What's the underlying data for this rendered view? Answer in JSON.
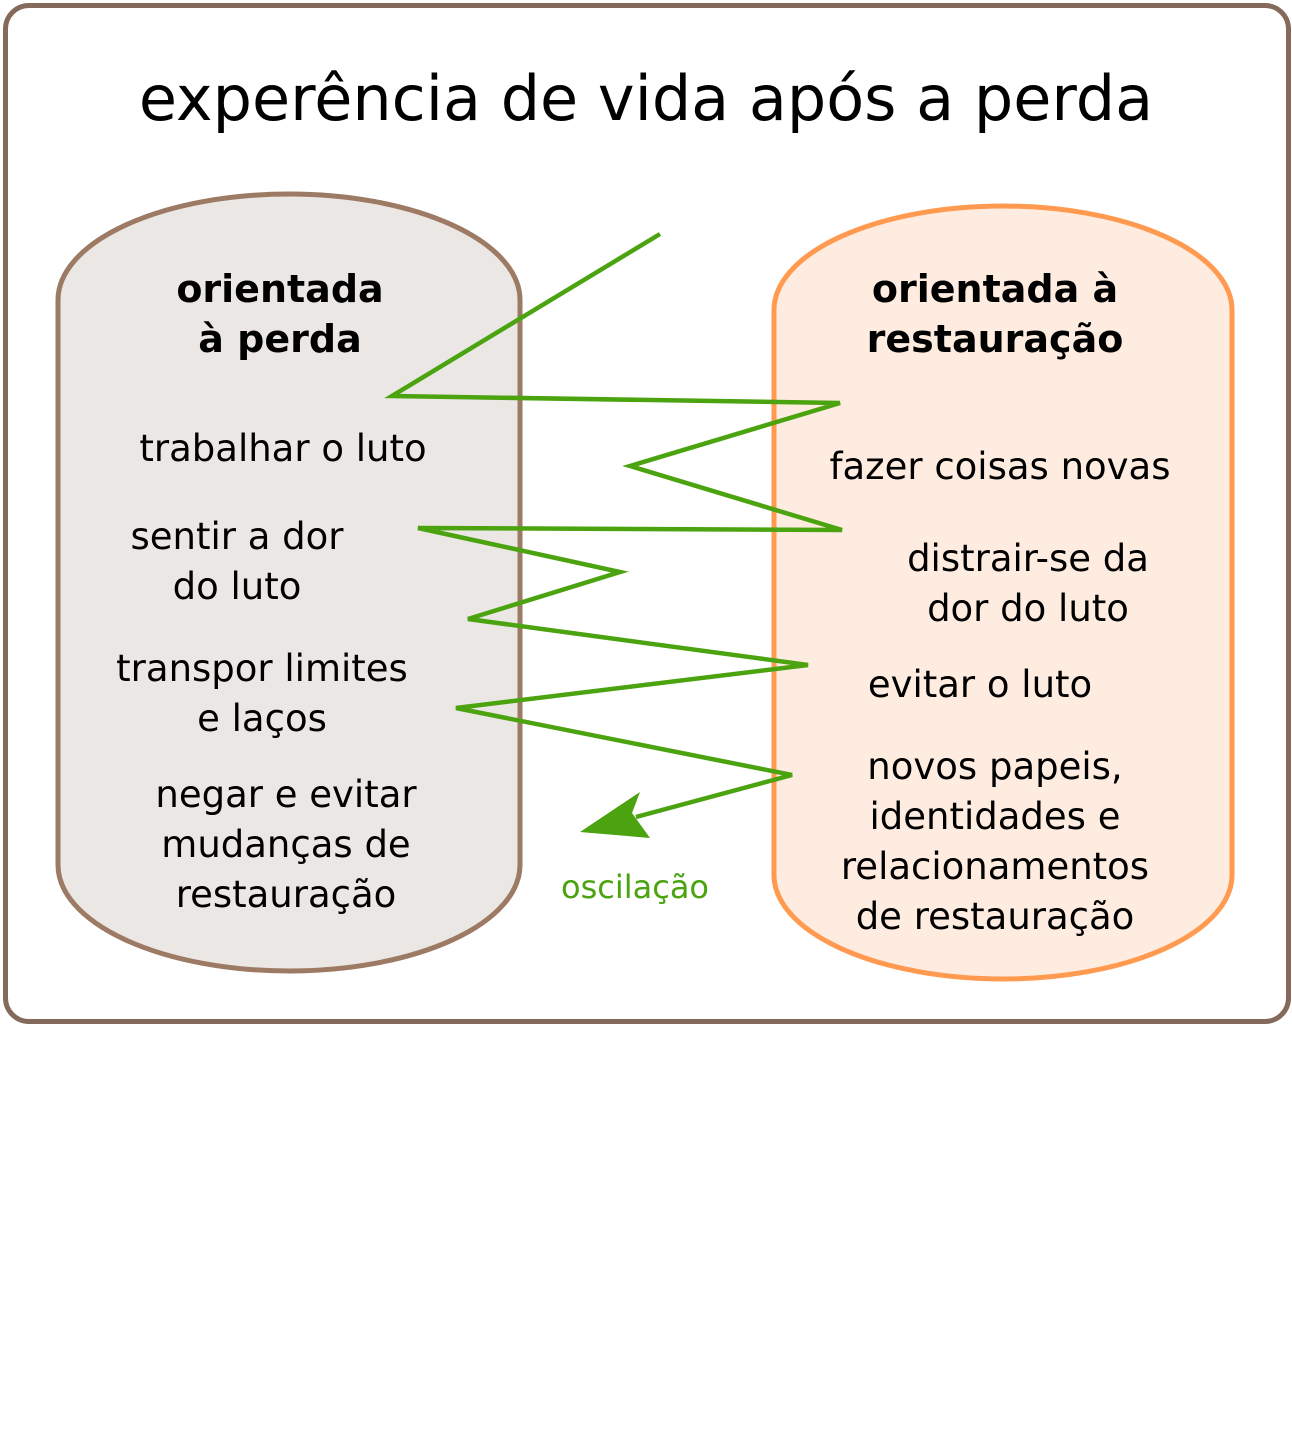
{
  "title": "experência de vida após a perda",
  "loss": {
    "heading": "orientada\nà perda",
    "items": [
      "trabalhar o luto",
      "sentir a dor\ndo luto",
      "transpor limites\ne laços",
      "negar e evitar\nmudanças de\nrestauração"
    ]
  },
  "restoration": {
    "heading": "orientada à\nrestauração",
    "items": [
      "fazer coisas novas",
      "distrair-se da\ndor do luto",
      "evitar o luto",
      "novos papeis,\nidentidades e\nrelacionamentos\nde restauração"
    ]
  },
  "oscillation_label": "oscilação",
  "colors": {
    "frame": "#85695a",
    "loss_fill": "#ebe7e4",
    "loss_stroke": "#9c7a64",
    "restoration_fill": "#ffece0",
    "restoration_stroke": "#ff9a50",
    "oscillation": "#4aa30f"
  }
}
